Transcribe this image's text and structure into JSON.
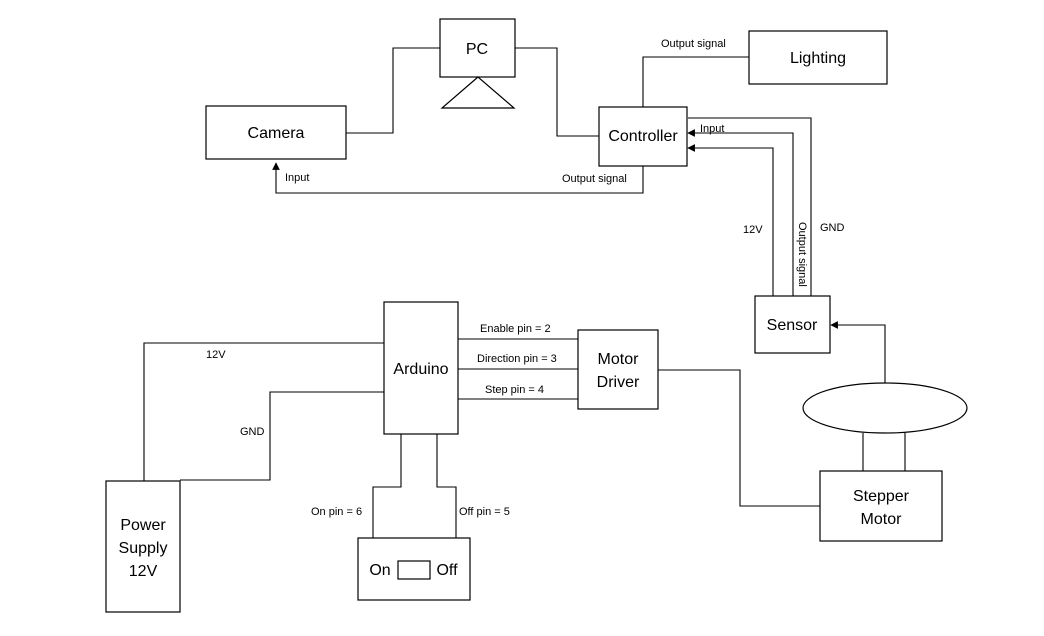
{
  "blocks": {
    "pc": "PC",
    "lighting": "Lighting",
    "camera": "Camera",
    "controller": "Controller",
    "sensor": "Sensor",
    "arduino": "Arduino",
    "motor_driver": [
      "Motor",
      "Driver"
    ],
    "stepper_motor": [
      "Stepper",
      "Motor"
    ],
    "power_supply": [
      "Power",
      "Supply",
      "12V"
    ],
    "switch_on": "On",
    "switch_off": "Off"
  },
  "wires": {
    "controller_to_lighting": "Output signal",
    "controller_input": "Input",
    "camera_input": "Input",
    "controller_to_camera": "Output signal",
    "sensor_12v": "12V",
    "sensor_output": "Output signal",
    "sensor_gnd": "GND",
    "enable_pin": "Enable pin = 2",
    "direction_pin": "Direction pin = 3",
    "step_pin": "Step pin = 4",
    "supply_12v": "12V",
    "supply_gnd": "GND",
    "on_pin": "On pin = 6",
    "off_pin": "Off pin = 5"
  }
}
